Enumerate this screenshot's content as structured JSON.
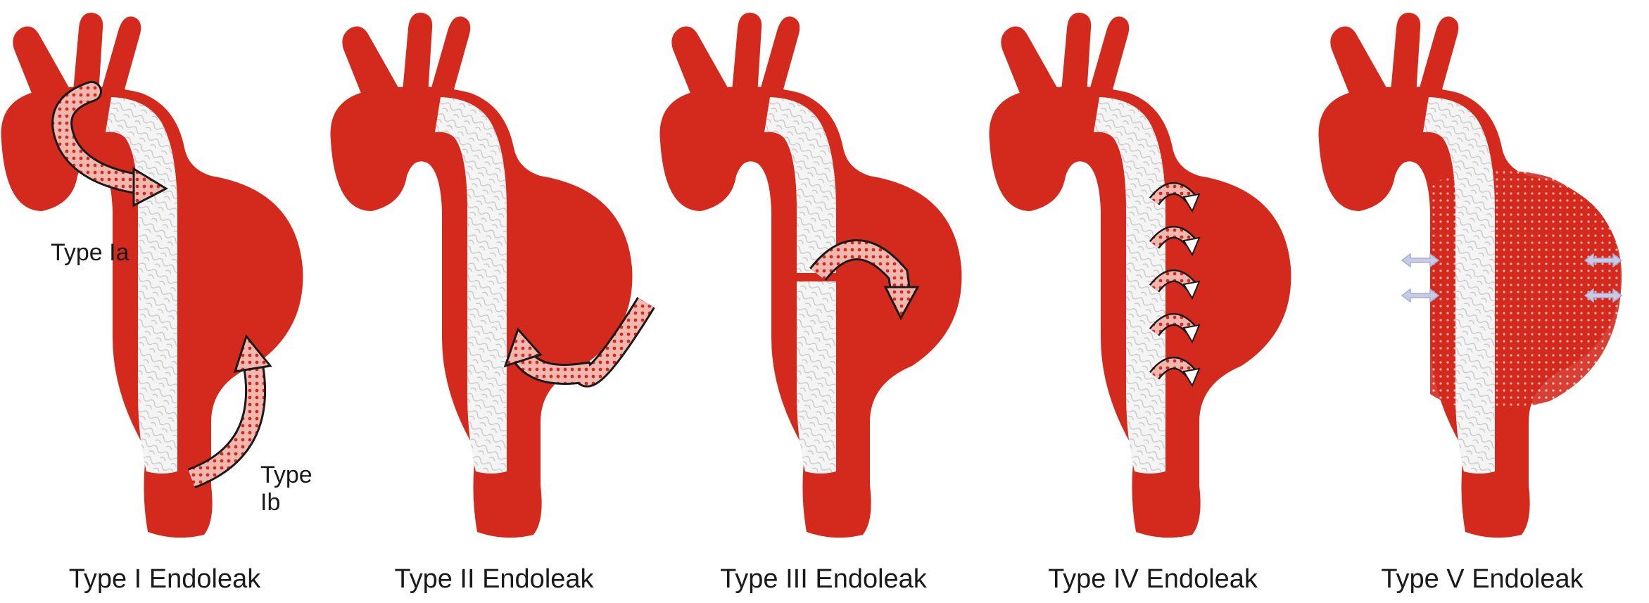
{
  "panels": [
    {
      "caption": "Type I Endoleak",
      "labels": {
        "a": "Type Ia",
        "b": "Type Ib"
      }
    },
    {
      "caption": "Type II Endoleak"
    },
    {
      "caption": "Type III Endoleak"
    },
    {
      "caption": "Type IV Endoleak"
    },
    {
      "caption": "Type V Endoleak"
    }
  ],
  "colors": {
    "aorta": "#d42a1e",
    "graft": "#f2f2f2",
    "arrow_fill": "#e8a098",
    "arrow_stroke": "#1a1a1a"
  }
}
